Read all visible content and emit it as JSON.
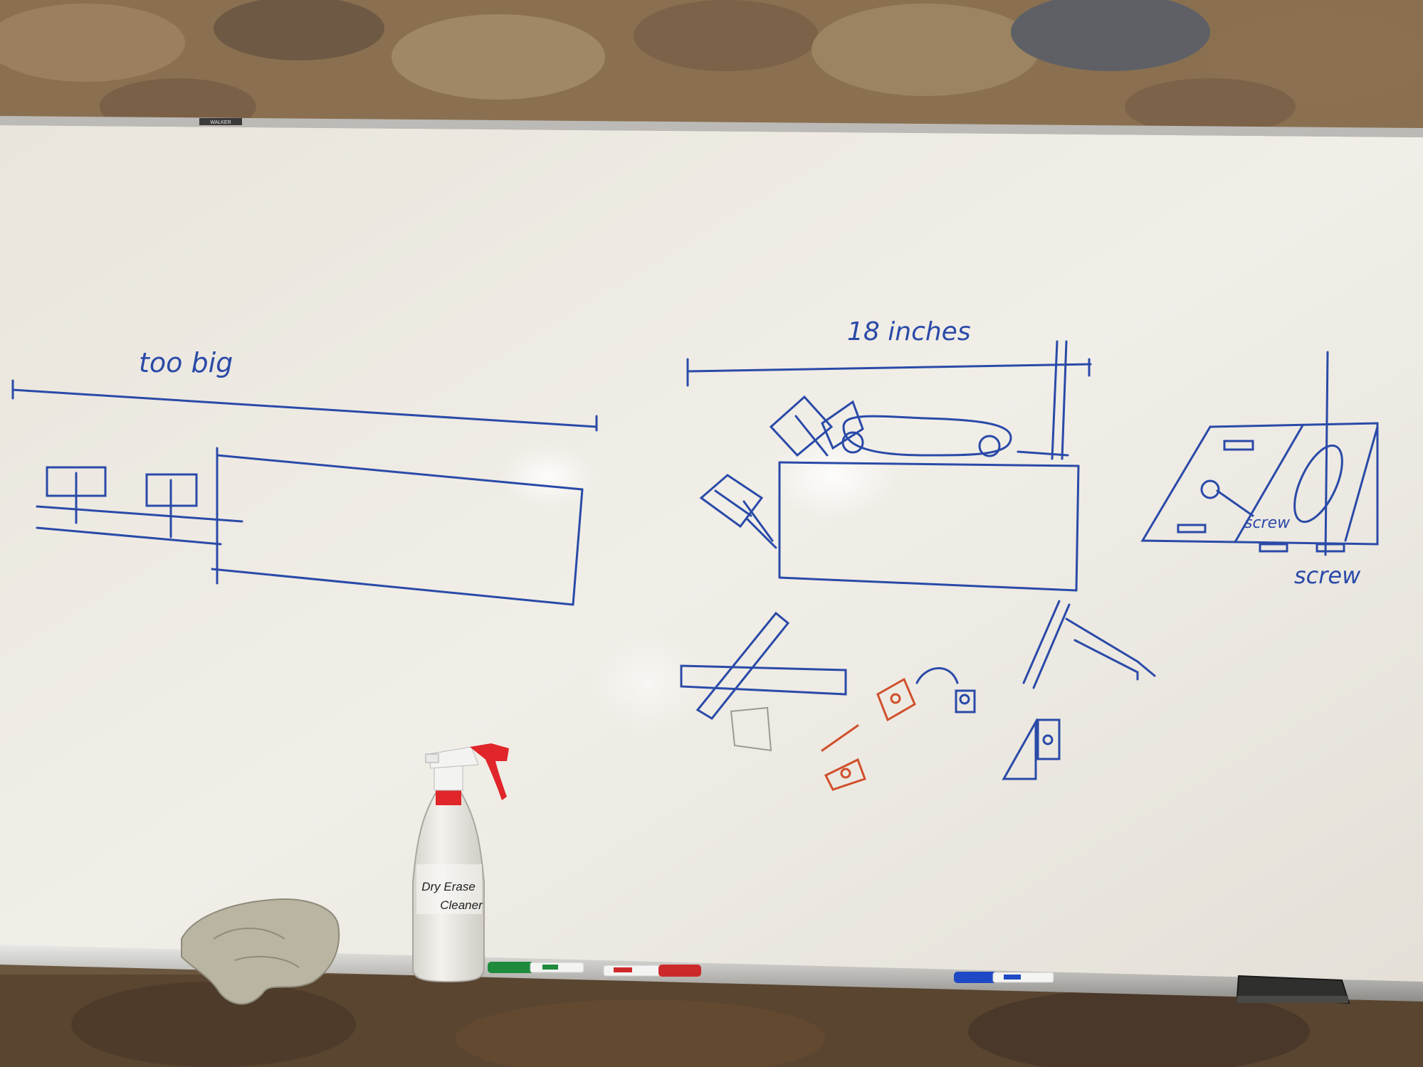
{
  "board": {
    "brand": "WALKER"
  },
  "annotations": {
    "too_big": "too big",
    "eighteen_inches": "18 inches",
    "screw_small": "screw",
    "screw_large": "screw"
  },
  "bottle_label": {
    "line1": "Dry Erase",
    "line2": "Cleaner"
  },
  "colors": {
    "wall": "#8a7050",
    "board_surface": "#ece8e0",
    "frame": "#c8c6c2",
    "ink_blue": "#2a4aa8",
    "ink_red": "#d0502c",
    "marker_green": "#1e8a3c",
    "marker_red": "#cc2a2a",
    "marker_blue": "#1f49c4",
    "bottle_trigger": "#e0262a"
  },
  "items_on_tray": [
    "rag",
    "spray-bottle",
    "green-marker",
    "red-marker",
    "blue-marker",
    "eraser"
  ]
}
